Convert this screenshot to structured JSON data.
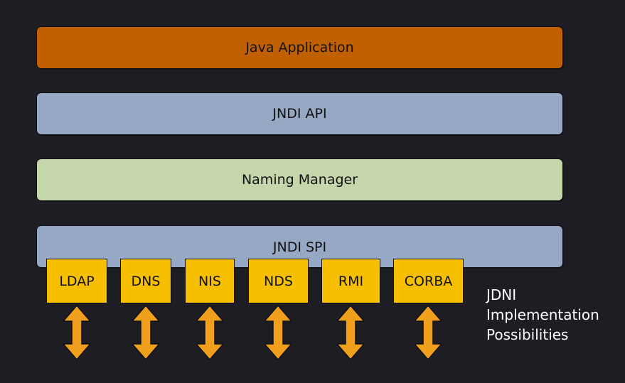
{
  "layers": {
    "app": "Java Application",
    "api": "JNDI API",
    "naming": "Naming Manager",
    "spi": "JNDI SPI"
  },
  "providers": [
    "LDAP",
    "DNS",
    "NIS",
    "NDS",
    "RMI",
    "CORBA"
  ],
  "caption": {
    "line1": "JDNI",
    "line2": "Implementation",
    "line3": "Possibilities"
  },
  "colors": {
    "background": "#1e1d24",
    "app": "#c06000",
    "api_spi": "#96a8c3",
    "naming": "#c6d6ab",
    "provider": "#f6c000",
    "arrow": "#f0a01c"
  }
}
